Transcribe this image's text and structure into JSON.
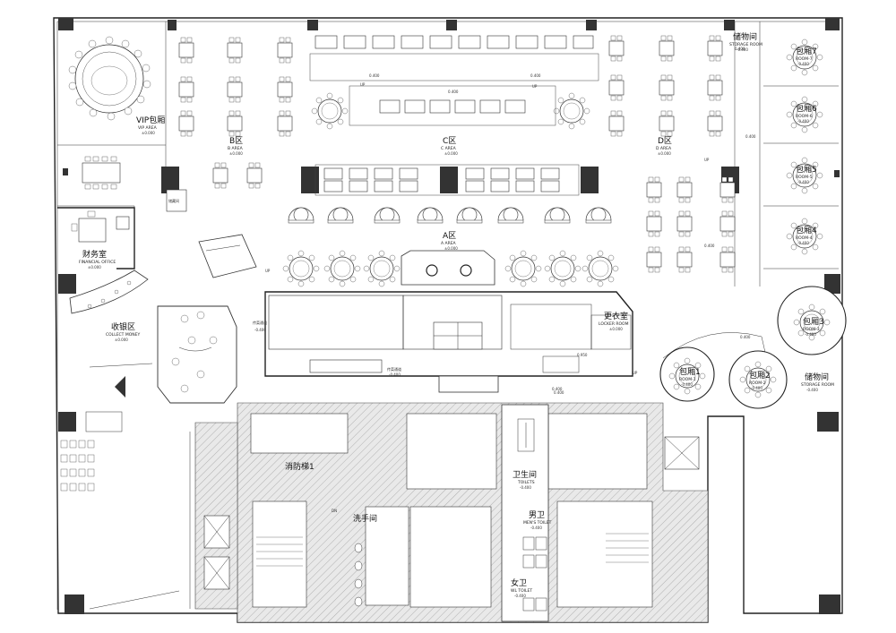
{
  "rooms": {
    "vip": {
      "cn": "VIP包厢",
      "en": "VIP AREA",
      "elev": "±0.000"
    },
    "b_area": {
      "cn": "B区",
      "en": "B AREA",
      "elev": "±0.000"
    },
    "c_area": {
      "cn": "C区",
      "en": "C AREA",
      "elev": "±0.000"
    },
    "d_area": {
      "cn": "D区",
      "en": "D AREA",
      "elev": "±0.000"
    },
    "a_area": {
      "cn": "A区",
      "en": "A AREA",
      "elev": "±0.000"
    },
    "financial": {
      "cn": "财务室",
      "en": "FINANCIAL OFFICE",
      "elev": "±0.000"
    },
    "collect": {
      "cn": "收银区",
      "en": "COLLECT MONEY",
      "elev": "±0.000"
    },
    "locker": {
      "cn": "更衣室",
      "en": "LOCKER ROOM",
      "elev": "±0.000"
    },
    "storage_top": {
      "cn": "储物间",
      "en": "STORAGE ROOM",
      "elev": "-0.400"
    },
    "storage_right": {
      "cn": "储物间",
      "en": "STORAGE ROOM",
      "elev": "-0.400"
    },
    "toilets": {
      "cn": "卫生间",
      "en": "TOILETS",
      "elev": "-0.400"
    },
    "mens": {
      "cn": "男卫",
      "en": "MEN'S TOILET",
      "elev": "-0.400"
    },
    "womens": {
      "cn": "女卫",
      "en": "WL TOILET",
      "elev": "-0.400"
    },
    "fire_stair": {
      "cn": "消防梯1"
    },
    "wash": {
      "cn": "洗手间"
    },
    "kitchen_a": {
      "cn": "传菜通道",
      "elev": "-0.400"
    },
    "kitchen_b": {
      "cn": "传菜通道",
      "elev": "-0.400"
    },
    "room1": {
      "cn": "包厢1",
      "en": "ROOM-1",
      "elev": "-0.400"
    },
    "room2": {
      "cn": "包厢2",
      "en": "ROOM-2",
      "elev": "-0.400"
    },
    "room3": {
      "cn": "包厢3",
      "en": "ROOM-3",
      "elev": "-0.400"
    },
    "room4": {
      "cn": "包厢4",
      "en": "ROOM-4",
      "elev": "-0.400"
    },
    "room5": {
      "cn": "包厢5",
      "en": "ROOM-5",
      "elev": "-0.400"
    },
    "room6": {
      "cn": "包厢6",
      "en": "ROOM-6",
      "elev": "-0.400"
    },
    "room7": {
      "cn": "包厢7",
      "en": "ROOM-7",
      "elev": "-0.400"
    },
    "bar_small": {
      "cn": "储藏间"
    }
  },
  "elevations": {
    "e1": "0.400",
    "e2": "0.400",
    "e3": "0.400",
    "e4": "0.400",
    "e5": "0.400",
    "e6": "0.400",
    "e7": "0.400",
    "e8": "0.400",
    "e9": "0.400",
    "e10": "0.950"
  },
  "tags": {
    "up1": "UP",
    "up2": "UP",
    "up3": "UP",
    "up4": "UP",
    "up5": "UP",
    "dn1": "DN"
  }
}
